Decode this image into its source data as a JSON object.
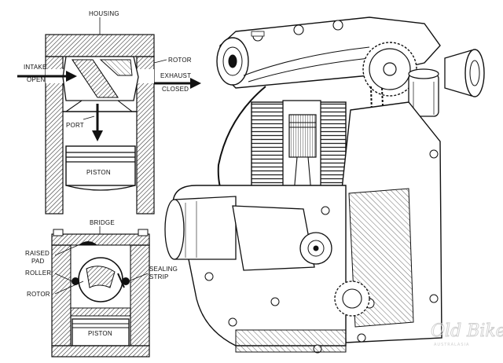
{
  "top_diagram": {
    "housing": "HOUSING",
    "rotor": "ROTOR",
    "intake_line1": "INTAKE",
    "intake_line2": "OPEN",
    "exhaust_line1": "EXHAUST",
    "exhaust_line2": "CLOSED",
    "port": "PORT",
    "piston": "PISTON"
  },
  "bottom_diagram": {
    "bridge": "BRIDGE",
    "raised_line1": "RAISED",
    "raised_line2": "PAD",
    "roller": "ROLLER",
    "sealing_line1": "SEALING",
    "sealing_line2": "STRIP",
    "rotor": "ROTOR",
    "piston": "PISTON"
  },
  "watermark": {
    "line1": "Old Bike",
    "line2": "AUSTRALASIA"
  }
}
